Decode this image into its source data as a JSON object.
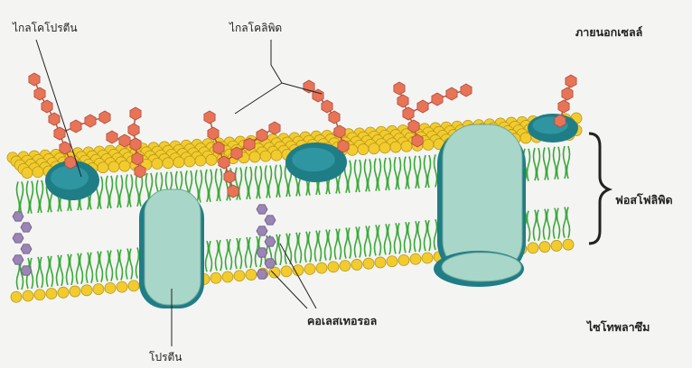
{
  "labels": {
    "glycoprotein": "ไกลโคโปรตีน",
    "glycolipid": "ไกลโคลิพิด",
    "outside_cell": "ภายนอกเซลล์",
    "phospholipid": "ฟอสโฟลิพิด",
    "cholesterol": "คอเลสเทอรอล",
    "cytoplasm": "ไซโทพลาซึม",
    "protein": "โปรตีน"
  },
  "colors": {
    "background": "#f4f4f2",
    "phospholipid_head": "#f2cc2e",
    "phospholipid_head_edge": "#b8961a",
    "lipid_tail": "#3aa83a",
    "protein_dark": "#1f7d86",
    "protein_light": "#a8d6c8",
    "carbohydrate": "#e87458",
    "carbohydrate_edge": "#b24c3a",
    "cholesterol": "#9b85b5",
    "bracket": "#222222"
  }
}
